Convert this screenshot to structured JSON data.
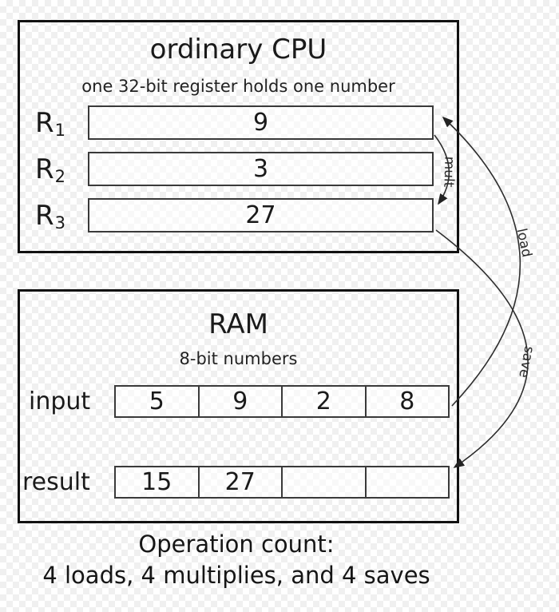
{
  "cpu": {
    "title": "ordinary CPU",
    "subtitle": "one 32-bit register holds one number",
    "registers": [
      {
        "name": "R",
        "sub": "1",
        "value": "9"
      },
      {
        "name": "R",
        "sub": "2",
        "value": "3"
      },
      {
        "name": "R",
        "sub": "3",
        "value": "27"
      }
    ]
  },
  "ram": {
    "title": "RAM",
    "subtitle": "8-bit numbers",
    "rows": [
      {
        "label": "input",
        "cells": [
          "5",
          "9",
          "2",
          "8"
        ]
      },
      {
        "label": "result",
        "cells": [
          "15",
          "27",
          "",
          ""
        ]
      }
    ]
  },
  "arrows": {
    "mult": "mult",
    "load": "load",
    "save": "save"
  },
  "footer": {
    "line1": "Operation count:",
    "line2": "4 loads, 4 multiplies, and 4 saves"
  },
  "colors": {
    "stroke": "#1a1a1a",
    "checker": "#f0f0f0"
  }
}
